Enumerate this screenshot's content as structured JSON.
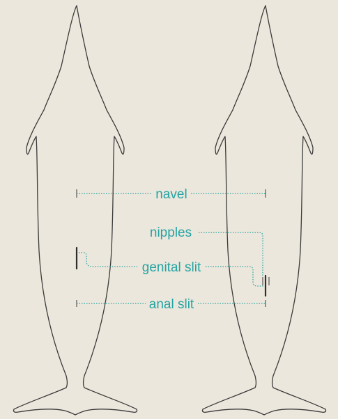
{
  "colors": {
    "background": "#ece7dc",
    "outline": "#3a3a3a",
    "accent": "#24a3a3"
  },
  "labels": {
    "navel": "navel",
    "nipples": "nipples",
    "genital_slit": "genital slit",
    "anal_slit": "anal slit"
  }
}
